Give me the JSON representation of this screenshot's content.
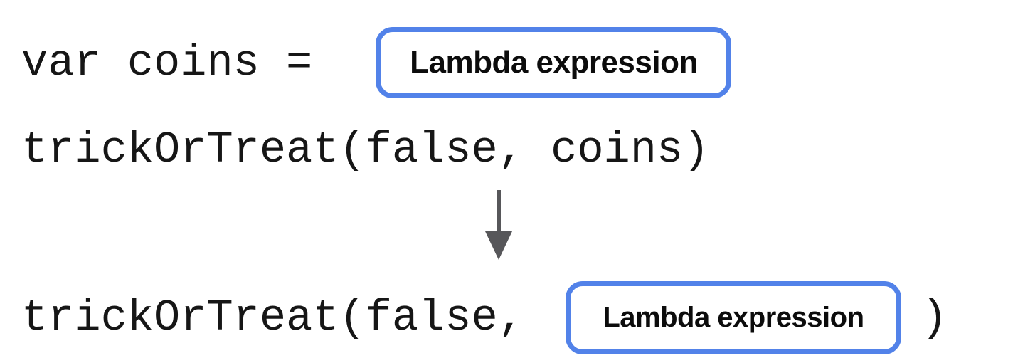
{
  "diagram": {
    "title": "lambda-expression-substitution",
    "line1": {
      "code": "var coins = ",
      "box_label": "Lambda expression"
    },
    "line2": {
      "code": "trickOrTreat(false, coins)"
    },
    "arrow": {
      "direction": "down",
      "meaning": "substitution step"
    },
    "line3": {
      "code_before": "trickOrTreat(false,",
      "box_label": "Lambda expression",
      "code_after": ")"
    }
  },
  "colors": {
    "background": "#ffffff",
    "box_border": "#5282e9",
    "code_text": "#161616",
    "label_text": "#0c0c0c",
    "arrow": "#57575a"
  }
}
